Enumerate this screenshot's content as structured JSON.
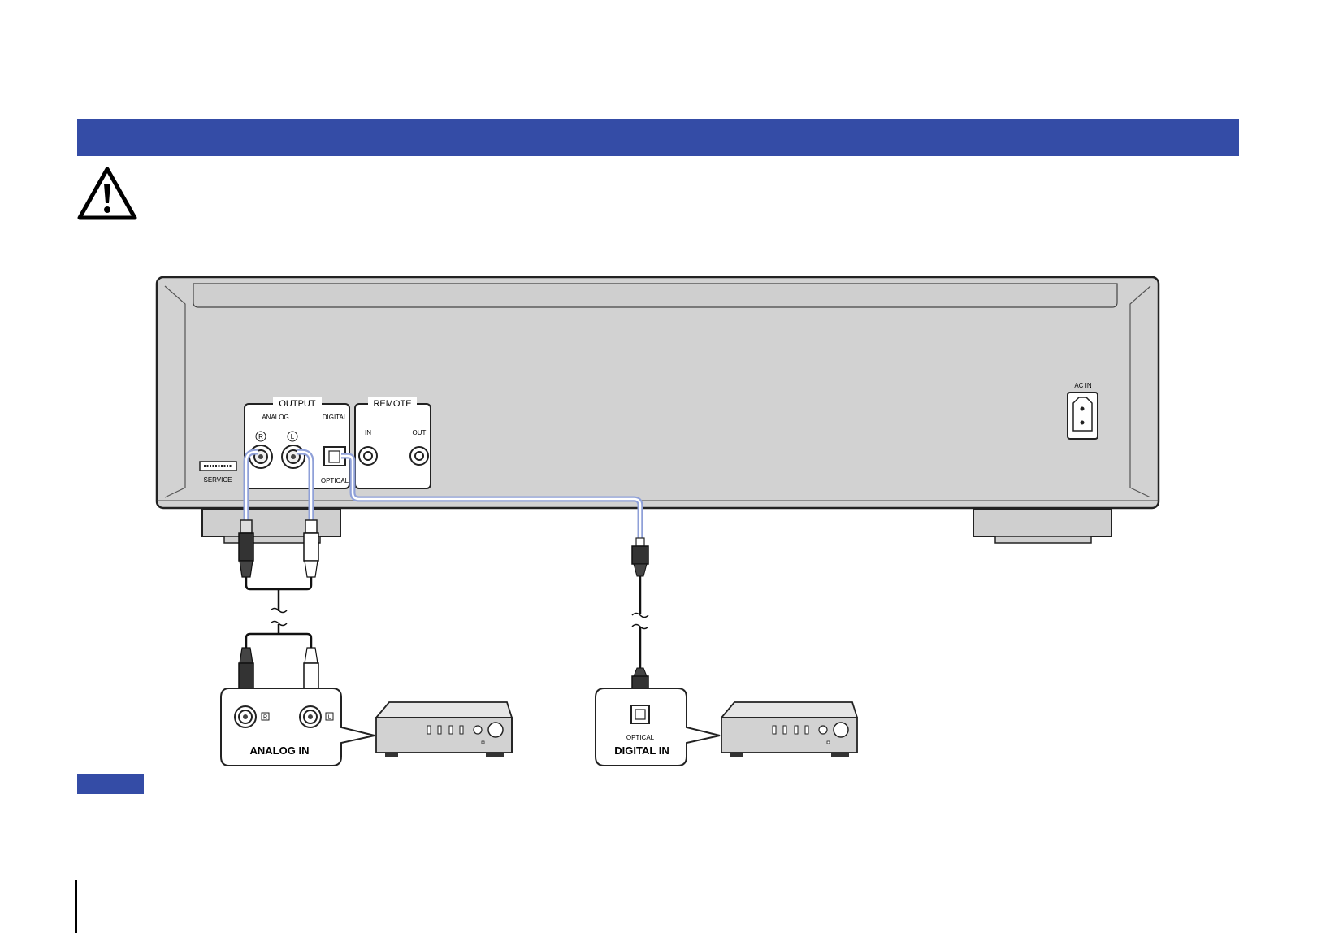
{
  "panel": {
    "output_label": "OUTPUT",
    "remote_label": "REMOTE",
    "analog_label": "ANALOG",
    "digital_label": "DIGITAL",
    "r_label": "R",
    "l_label": "L",
    "optical_label": "OPTICAL",
    "remote_in_label": "IN",
    "remote_out_label": "OUT",
    "service_label": "SERVICE",
    "ac_in_label": "AC IN"
  },
  "analog_box": {
    "title": "ANALOG IN",
    "r_label": "R",
    "l_label": "L"
  },
  "digital_box": {
    "title": "DIGITAL  IN",
    "optical_label": "OPTICAL"
  },
  "colors": {
    "accent": "#344ca6",
    "cable_highlight": "#8fa0d8",
    "device_body": "#d2d2d2"
  }
}
